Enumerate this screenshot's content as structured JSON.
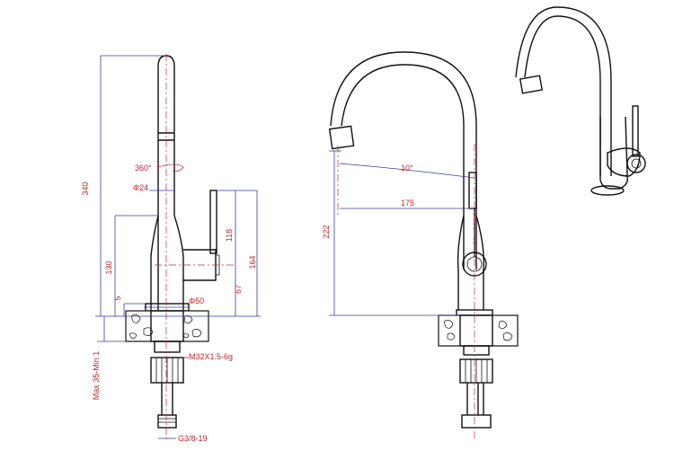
{
  "labels": {
    "height_total": "340",
    "rotation": "360°",
    "spout_dia": "Φ24",
    "base_height": "130",
    "handle_height": "118",
    "handle_total": "164",
    "handle_lower": "67",
    "base_offset": "5",
    "base_dia": "Φ50",
    "counter_thickness": "Max 35-Min 1",
    "thread": "M32X1.5-6g",
    "hose": "G3/8-19",
    "spout_height": "222",
    "spout_angle": "10°",
    "spout_reach": "175"
  },
  "colors": {
    "dimension_line": "#3a3aa8",
    "dimension_text": "#c0272d",
    "outline": "#111111"
  }
}
